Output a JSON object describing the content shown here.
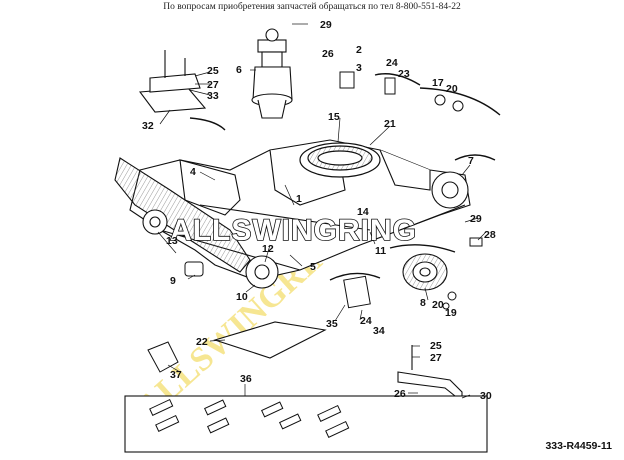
{
  "header": {
    "contact_text": "По вопросам приобретения запчастей обращаться по тел 8-800-551-84-22"
  },
  "diagram": {
    "brand_overlay": "ALLSWINGRING",
    "watermark": "ALLSWINGRING.RU",
    "drawing_number": "333-R4459-11",
    "callouts": [
      "1",
      "2",
      "3",
      "4",
      "5",
      "6",
      "7",
      "8",
      "9",
      "10",
      "11",
      "12",
      "13",
      "14",
      "15",
      "17",
      "19",
      "20",
      "21",
      "22",
      "23",
      "24",
      "25",
      "26",
      "27",
      "28",
      "29",
      "30",
      "32",
      "33",
      "34",
      "35",
      "36",
      "37"
    ]
  }
}
